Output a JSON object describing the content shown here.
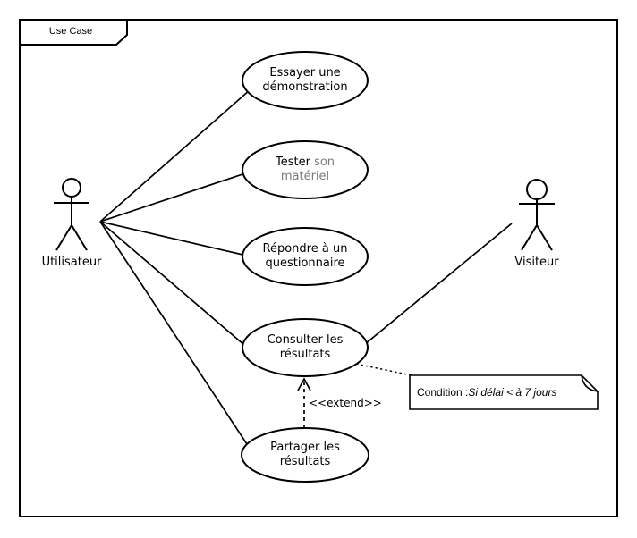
{
  "diagram": {
    "frame_label": "Use Case",
    "background_color": "#ffffff",
    "ink_color": "#000000",
    "muted_text_color": "#7a7a7a"
  },
  "actors": [
    {
      "name": "Utilisateur"
    },
    {
      "name": "Visiteur"
    }
  ],
  "usecases": [
    {
      "label": "Essayer une démonstration"
    },
    {
      "label_primary": "Tester",
      "label_secondary": "son matériel"
    },
    {
      "label": "Répondre à un questionnaire"
    },
    {
      "label": "Consulter les résultats"
    },
    {
      "label": "Partager les résultats"
    }
  ],
  "relationships": {
    "associations": [
      {
        "from": "Utilisateur",
        "to": "Essayer une démonstration"
      },
      {
        "from": "Utilisateur",
        "to": "Tester son matériel"
      },
      {
        "from": "Utilisateur",
        "to": "Répondre à un questionnaire"
      },
      {
        "from": "Utilisateur",
        "to": "Consulter les résultats"
      },
      {
        "from": "Utilisateur",
        "to": "Partager les résultats"
      },
      {
        "from": "Visiteur",
        "to": "Consulter les résultats"
      }
    ],
    "extend": {
      "label": "<<extend>>",
      "from": "Partager les résultats",
      "to": "Consulter les résultats"
    }
  },
  "note": {
    "prefix": "Condition : ",
    "condition": "Si délai < à 7 jours",
    "attached_to": "Consulter les résultats"
  }
}
